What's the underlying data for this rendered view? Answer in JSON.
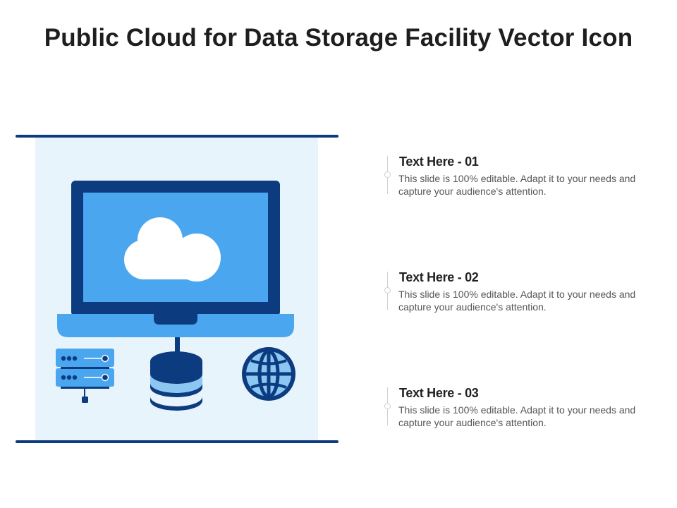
{
  "slide": {
    "title": "Public Cloud for Data Storage Facility Vector Icon"
  },
  "colors": {
    "dark_blue": "#0d3b80",
    "mid_blue": "#4ba6f0",
    "light_blue": "#8cc7f2",
    "panel_bg": "#e8f4fb"
  },
  "icons": {
    "laptop": "laptop-icon",
    "cloud": "cloud-icon",
    "server": "server-rack-icon",
    "database": "database-icon",
    "globe": "globe-icon"
  },
  "items": [
    {
      "heading": "Text Here - 01",
      "body": "This slide is 100% editable. Adapt it to your needs and capture your audience's attention."
    },
    {
      "heading": "Text Here - 02",
      "body": "This slide is 100% editable. Adapt it to your needs and capture your audience's attention."
    },
    {
      "heading": "Text Here - 03",
      "body": "This slide is 100% editable. Adapt it to your needs and capture your audience's attention."
    }
  ]
}
